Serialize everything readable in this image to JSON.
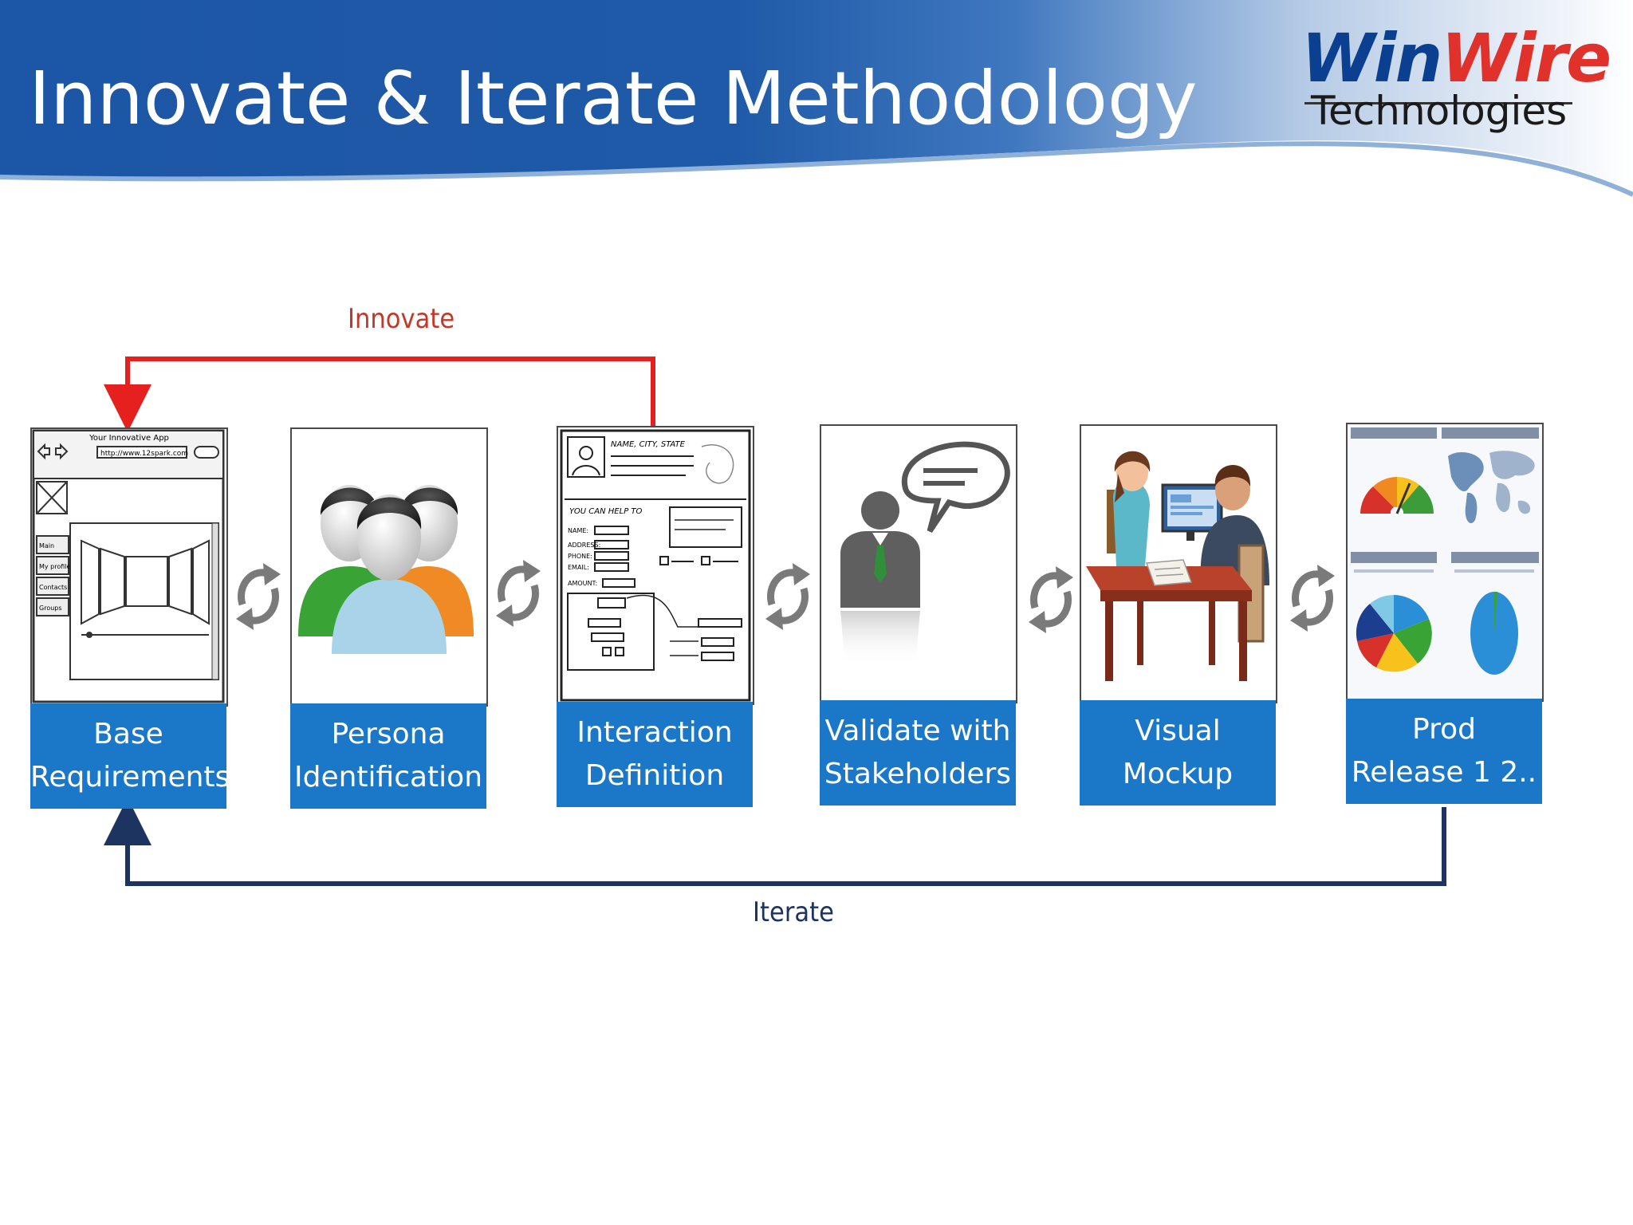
{
  "slide": {
    "title": "Innovate & Iterate Methodology"
  },
  "logo": {
    "word1": "Win",
    "word2": "Wire",
    "subtitle": "Technologies"
  },
  "loops": {
    "innovate": "Innovate",
    "iterate": "Iterate"
  },
  "colors": {
    "header_blue": "#1f5aa8",
    "step_blue": "#1b78c8",
    "innovate_red": "#e5201f",
    "iterate_navy": "#1d3461"
  },
  "steps": [
    {
      "line1": "Base",
      "line2": "Requirements",
      "icon": "wireframe-sketch-icon"
    },
    {
      "line1": "Persona",
      "line2": "Identification",
      "icon": "people-group-icon"
    },
    {
      "line1": "Interaction",
      "line2": "Definition",
      "icon": "form-sketch-icon"
    },
    {
      "line1": "Validate with",
      "line2": "Stakeholders",
      "icon": "speaker-speech-bubble-icon"
    },
    {
      "line1": "Visual",
      "line2": "Mockup",
      "icon": "meeting-desk-icon"
    },
    {
      "line1": "Prod",
      "line2": "Release 1 2..",
      "icon": "dashboard-charts-icon"
    }
  ],
  "sketch_text": {
    "app_title": "Your Innovative App",
    "url": "http://www.12spark.com",
    "nav": [
      "Main",
      "My profile",
      "Contacts",
      "Groups"
    ],
    "form_heading": "NAME, CITY, STATE",
    "form_help": "YOU CAN HELP TO",
    "form_fields": [
      "NAME:",
      "ADDRESS:",
      "PHONE:",
      "EMAIL:",
      "AMOUNT:"
    ]
  }
}
